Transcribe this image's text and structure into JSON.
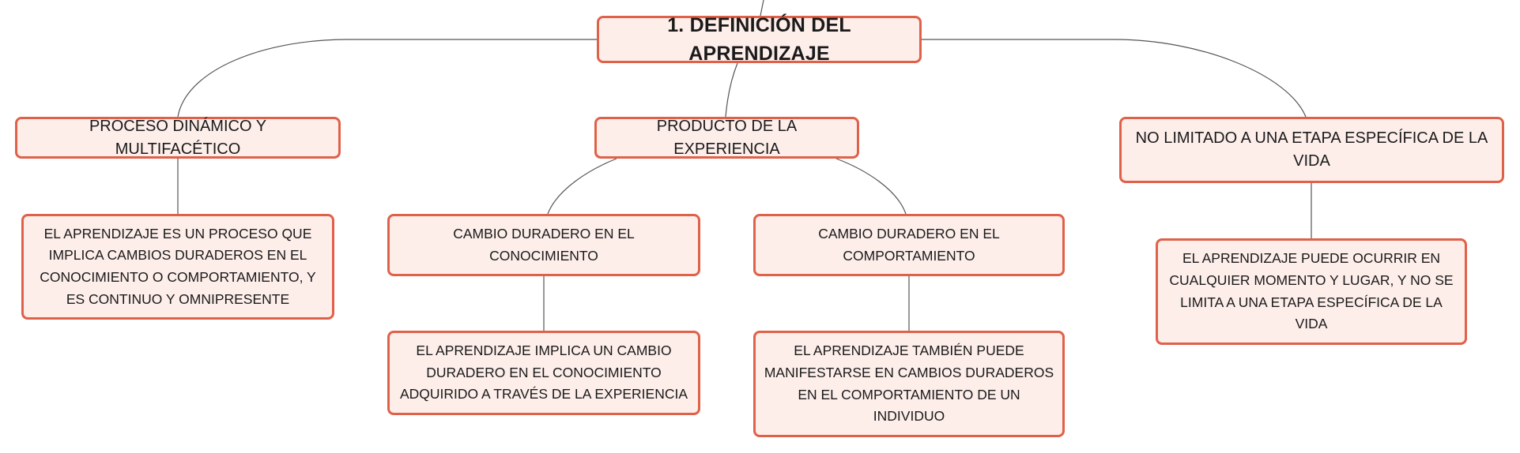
{
  "map": {
    "root": {
      "label": "1. DEFINICIÓN DEL APRENDIZAJE"
    },
    "branches": [
      {
        "label": "PROCESO DINÁMICO Y MULTIFACÉTICO",
        "detail": "EL APRENDIZAJE ES UN PROCESO QUE IMPLICA CAMBIOS DURADEROS EN EL CONOCIMIENTO O COMPORTAMIENTO, Y ES CONTINUO Y OMNIPRESENTE"
      },
      {
        "label": "PRODUCTO DE LA EXPERIENCIA",
        "children": [
          {
            "label": "CAMBIO DURADERO EN EL CONOCIMIENTO",
            "detail": "EL APRENDIZAJE IMPLICA UN CAMBIO DURADERO EN EL CONOCIMIENTO ADQUIRIDO A TRAVÉS DE LA EXPERIENCIA"
          },
          {
            "label": "CAMBIO DURADERO EN EL COMPORTAMIENTO",
            "detail": "EL APRENDIZAJE TAMBIÉN PUEDE MANIFESTARSE EN CAMBIOS DURADEROS EN EL COMPORTAMIENTO DE UN INDIVIDUO"
          }
        ]
      },
      {
        "label": "NO LIMITADO A UNA ETAPA ESPECÍFICA DE LA VIDA",
        "detail": "EL APRENDIZAJE PUEDE OCURRIR EN CUALQUIER MOMENTO Y LUGAR, Y NO SE LIMITA A UNA ETAPA ESPECÍFICA DE LA VIDA"
      }
    ]
  },
  "colors": {
    "node_fill": "#fdeeea",
    "node_border": "#e0614a",
    "connector": "#555555"
  }
}
